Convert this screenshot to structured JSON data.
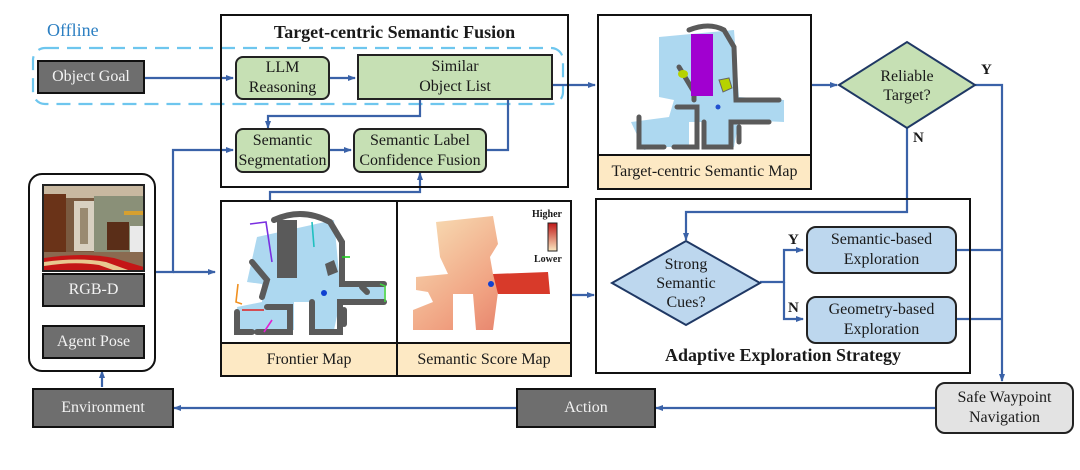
{
  "offline": {
    "label": "Offline"
  },
  "object_goal": {
    "label": "Object Goal"
  },
  "fusion_panel": {
    "title": "Target-centric Semantic Fusion",
    "llm_reasoning": "LLM Reasoning",
    "similar_list": [
      "Similar",
      "Object List"
    ],
    "semantic_seg": [
      "Semantic",
      "Segmentation"
    ],
    "label_fusion": [
      "Semantic Label",
      "Confidence Fusion"
    ]
  },
  "semantic_map": {
    "caption": "Target-centric Semantic Map"
  },
  "reliable_target": {
    "question": [
      "Reliable",
      "Target?"
    ],
    "yes": "Y",
    "no": "N"
  },
  "sensor": {
    "rgbd": "RGB-D",
    "pose": "Agent Pose"
  },
  "maps": {
    "frontier_caption": "Frontier Map",
    "score_caption": "Semantic Score Map",
    "legend_high": "Higher",
    "legend_low": "Lower"
  },
  "exploration_panel": {
    "title": "Adaptive Exploration Strategy",
    "question": [
      "Strong",
      "Semantic",
      "Cues?"
    ],
    "yes": "Y",
    "no": "N",
    "semantic_based": [
      "Semantic-based",
      "Exploration"
    ],
    "geometry_based": [
      "Geometry-based",
      "Exploration"
    ]
  },
  "bottom": {
    "environment": "Environment",
    "action": "Action",
    "safe_nav": [
      "Safe Waypoint",
      "Navigation"
    ]
  },
  "colors": {
    "arrow": "#3a62a8",
    "green_box": "#c6e0b4",
    "blue_box": "#bdd7ee",
    "dark_box": "#6e6e6e",
    "caption_bg": "#fde9c4",
    "offline_dash": "#6ec6ee",
    "nav_box": "#e3e3e3"
  }
}
